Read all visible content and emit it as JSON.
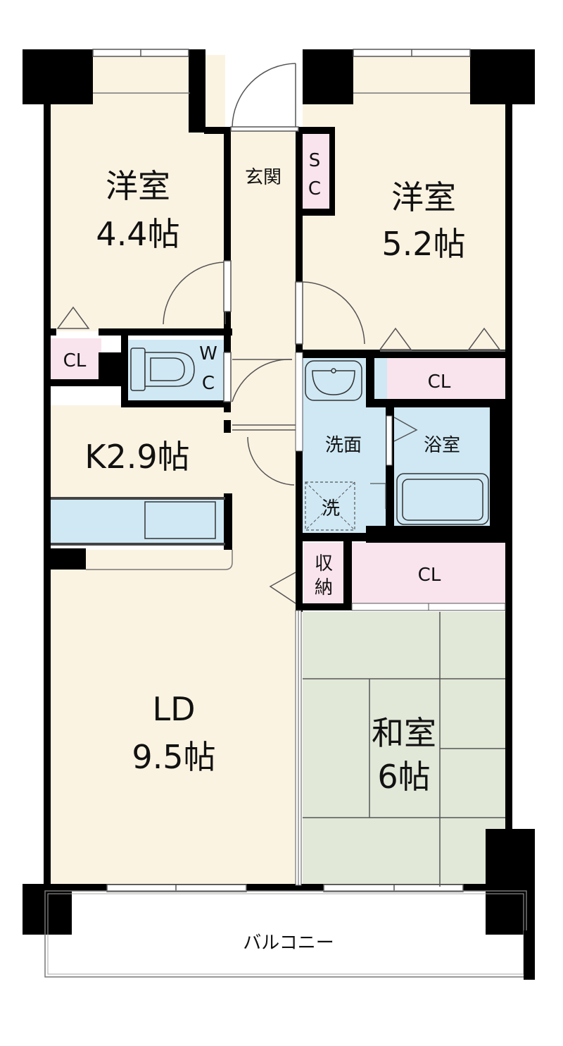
{
  "rooms": {
    "western1": {
      "name": "洋室",
      "size": "4.4帖"
    },
    "western2": {
      "name": "洋室",
      "size": "5.2帖"
    },
    "kitchen": {
      "label": "K2.9帖"
    },
    "living_dining": {
      "name": "LD",
      "size": "9.5帖"
    },
    "japanese": {
      "name": "和室",
      "size": "6帖"
    },
    "entrance": {
      "label": "玄関"
    },
    "shoe_closet": {
      "line1": "S",
      "line2": "C"
    },
    "toilet": {
      "line1": "W",
      "line2": "C"
    },
    "washroom": {
      "label": "洗面"
    },
    "bath": {
      "label": "浴室"
    },
    "washer": {
      "label": "洗"
    },
    "storage": {
      "line1": "収",
      "line2": "納"
    },
    "closet_left": {
      "label": "CL"
    },
    "closet_right_upper": {
      "label": "CL"
    },
    "closet_right_lower": {
      "label": "CL"
    },
    "balcony": {
      "label": "バルコニー"
    }
  },
  "colors": {
    "floor_wood": "#fbf3e2",
    "tatami": "#e1e8d8",
    "closet": "#f9e3ec",
    "wet_area": "#cfe8f4",
    "wall": "#000000"
  }
}
